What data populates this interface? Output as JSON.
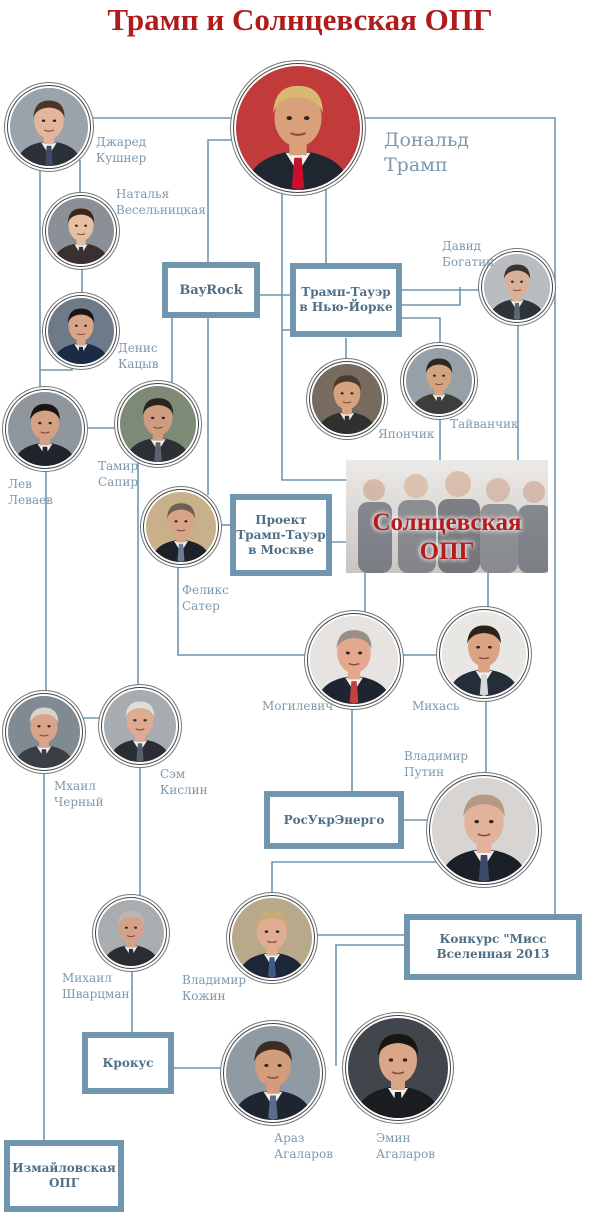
{
  "title": "Трамп и Солнцевская ОПГ",
  "people": {
    "trump": {
      "name": "Дональд\nТрамп",
      "suit": "#1f2630",
      "tie": "#c8102e",
      "bg": "#c23b3b",
      "skin": "#d9a07a",
      "hair": "#d9b871"
    },
    "kushner": {
      "name": "Джаред\nКушнер",
      "suit": "#2a2f38",
      "tie": "#3c4a66",
      "bg": "#9aa3ab",
      "skin": "#e3b59a",
      "hair": "#4a3526"
    },
    "vesel": {
      "name": "Наталья\nВесельницкая",
      "suit": "#3a3030",
      "tie": "#3a3030",
      "bg": "#8a9096",
      "skin": "#e6bfa3",
      "hair": "#3c2618"
    },
    "katsyv": {
      "name": "Денис\nКацыв",
      "suit": "#1c2b45",
      "tie": "#1c2b45",
      "bg": "#6f7a88",
      "skin": "#d7a58a",
      "hair": "#1b1411"
    },
    "levaev": {
      "name": "Лев\nЛеваев",
      "suit": "#20242b",
      "tie": "#20242b",
      "bg": "#8f969c",
      "skin": "#d4a184",
      "hair": "#1a1512"
    },
    "sapir": {
      "name": "Тамир\nСапир",
      "suit": "#2b2f36",
      "tie": "#5a6470",
      "bg": "#7d8a76",
      "skin": "#cf9c80",
      "hair": "#2a2420"
    },
    "sater": {
      "name": "Феликс\nСатер",
      "suit": "#1d2128",
      "tie": "#6d7d96",
      "bg": "#c8b08a",
      "skin": "#d8a486",
      "hair": "#6e5f55"
    },
    "yaponchik": {
      "name": "Япончик",
      "suit": "#30302e",
      "tie": "#30302e",
      "bg": "#776a5e",
      "skin": "#d7a27e",
      "hair": "#4c3a2c"
    },
    "taivanchik": {
      "name": "Тайванчик",
      "suit": "#3d3d3b",
      "tie": "#3d3d3b",
      "bg": "#97a0a6",
      "skin": "#d2a57f",
      "hair": "#2a2624"
    },
    "bogatin": {
      "name": "Давид\nБогатин",
      "suit": "#2e3338",
      "tie": "#5d6770",
      "bg": "#b9bdc0",
      "skin": "#d9b09a",
      "hair": "#3a3330"
    },
    "mogilevich": {
      "name": "Могилевич",
      "suit": "#1e2530",
      "tie": "#c24040",
      "bg": "#e6e3e0",
      "skin": "#e3a88e",
      "hair": "#9a8f86"
    },
    "mikhas": {
      "name": "Михась",
      "suit": "#252d39",
      "tie": "#d8d8d8",
      "bg": "#e9e7e4",
      "skin": "#dba384",
      "hair": "#2b211b"
    },
    "cherny": {
      "name": "Мхаил\nЧерный",
      "suit": "#3a3f45",
      "tie": "#3a3f45",
      "bg": "#7f8a92",
      "skin": "#d8a48a",
      "hair": "#d7d2cc"
    },
    "kislin": {
      "name": "Сэм\nКислин",
      "suit": "#2a2e34",
      "tie": "#55606b",
      "bg": "#a7acb0",
      "skin": "#dcab92",
      "hair": "#e1ddd8"
    },
    "putin": {
      "name": "Владимир\nПутин",
      "suit": "#1b2028",
      "tie": "#3b4a66",
      "bg": "#d7d4d2",
      "skin": "#e1b39b",
      "hair": "#b49a82"
    },
    "shvartsman": {
      "name": "Михаил\nШварцман",
      "suit": "#2a2d31",
      "tie": "#2a2d31",
      "bg": "#a9adb0",
      "skin": "#d3a28a",
      "hair": "#bdb6ae"
    },
    "kozhin": {
      "name": "Владимир\nКожин",
      "suit": "#1d2636",
      "tie": "#3c5a85",
      "bg": "#b9a98b",
      "skin": "#e0ad92",
      "hair": "#c9a87a"
    },
    "araz": {
      "name": "Араз\nАгаларов",
      "suit": "#1e2430",
      "tie": "#5b6d8c",
      "bg": "#8f9aa3",
      "skin": "#d39d7c",
      "hair": "#3b2d24"
    },
    "emin": {
      "name": "Эмин\nАгаларов",
      "suit": "#1a1c20",
      "tie": "#1a1c20",
      "bg": "#41464d",
      "skin": "#d9a688",
      "hair": "#191512"
    }
  },
  "boxes": {
    "bayrock": "BayRock",
    "ttny": "Трамп-Тауэр\nв Нью-Йорке",
    "ttmoscow": "Проект\nТрамп-Тауэр\nв Москве",
    "rosukr": "РосУкрЭнерго",
    "missuniverse": "Конкурс \"Мисс\nВселенная 2013",
    "crocus": "Крокус",
    "izmailovo": "Измайловская\nОПГ"
  },
  "solntsevo": "Солнцевская\nОПГ",
  "colors": {
    "line": "#6f96ae",
    "title": "#b01c1c",
    "label": "#7d99ad"
  }
}
